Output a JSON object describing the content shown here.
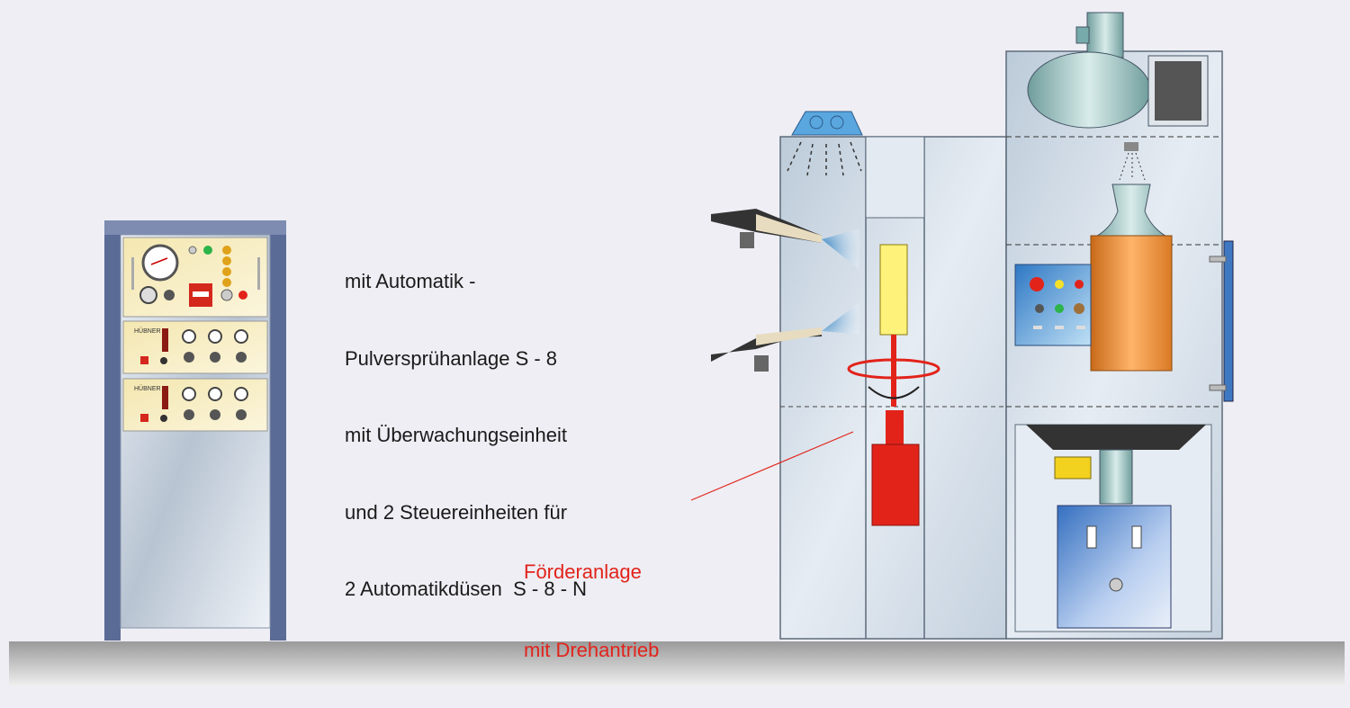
{
  "description": {
    "lines": [
      "mit Automatik -",
      "Pulversprühanlage S - 8",
      "mit Überwachungseinheit",
      "und 2 Steuereinheiten für",
      "2 Automatikdüsen  S - 8 - N"
    ]
  },
  "callout": {
    "lines": [
      "Förderanlage",
      "mit Drehantrieb"
    ],
    "color": "#e2231a"
  },
  "control_panel": {
    "brand_label_1": "HÜBNER",
    "brand_label_2": "HÜBNER"
  },
  "colors": {
    "background": "#eeeef4",
    "cabinet_frame": "#5a6b96",
    "booth_panel": "#cfd8e4",
    "conveyor_red": "#e2231a",
    "powder_tank_orange": "#f08a2a",
    "control_box_blue": "#3f86c9",
    "spray_nozzle_blue": "#4aa3d9"
  }
}
